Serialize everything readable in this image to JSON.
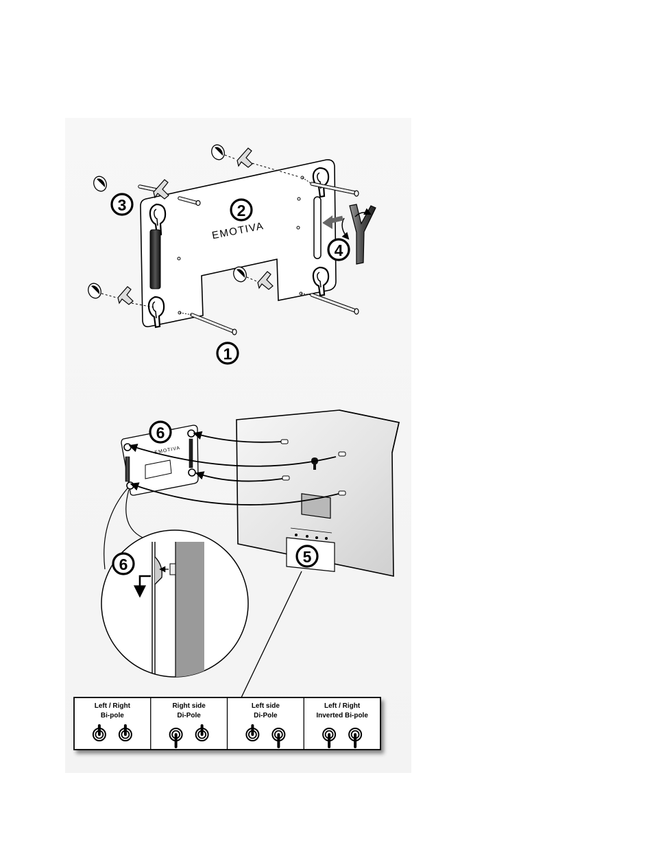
{
  "steps": [
    "1",
    "2",
    "3",
    "4",
    "5",
    "6",
    "6"
  ],
  "bracket_logo": "EMOTIVA",
  "switch_panel": {
    "sections": [
      {
        "line1": "Left / Right",
        "line2": "Bi-pole",
        "left_knob": "up",
        "right_knob": "up"
      },
      {
        "line1": "Right side",
        "line2": "Di-Pole",
        "left_knob": "down",
        "right_knob": "up"
      },
      {
        "line1": "Left side",
        "line2": "Di-Pole",
        "left_knob": "up",
        "right_knob": "down"
      },
      {
        "line1": "Left / Right",
        "line2": "Inverted Bi-pole",
        "left_knob": "down",
        "right_knob": "down"
      }
    ]
  },
  "colors": {
    "ink": "#000000",
    "paper": "#ffffff",
    "pad": "#2b2b2b",
    "wall": "#e2e2e2"
  }
}
